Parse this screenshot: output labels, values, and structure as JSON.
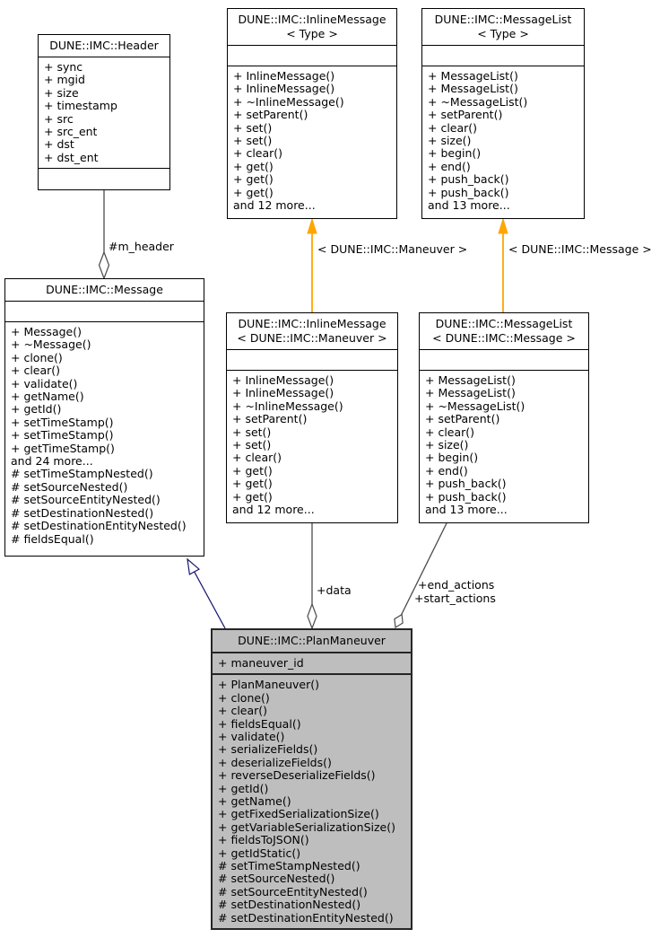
{
  "classes": {
    "header": {
      "title_lines": [
        "DUNE::IMC::Header"
      ],
      "attributes": [
        "+ sync",
        "+ mgid",
        "+ size",
        "+ timestamp",
        "+ src",
        "+ src_ent",
        "+ dst",
        "+ dst_ent"
      ],
      "methods": []
    },
    "inline_message_template": {
      "title_lines": [
        "DUNE::IMC::InlineMessage",
        "< Type >"
      ],
      "attributes": [],
      "methods": [
        "+ InlineMessage()",
        "+ InlineMessage()",
        "+ ~InlineMessage()",
        "+ setParent()",
        "+ set()",
        "+ set()",
        "+ clear()",
        "+ get()",
        "+ get()",
        "+ get()",
        "and 12 more..."
      ]
    },
    "message_list_template": {
      "title_lines": [
        "DUNE::IMC::MessageList",
        "< Type >"
      ],
      "attributes": [],
      "methods": [
        "+ MessageList()",
        "+ MessageList()",
        "+ ~MessageList()",
        "+ setParent()",
        "+ clear()",
        "+ size()",
        "+ begin()",
        "+ end()",
        "+ push_back()",
        "+ push_back()",
        "and 13 more..."
      ]
    },
    "message": {
      "title_lines": [
        "DUNE::IMC::Message"
      ],
      "attributes": [],
      "methods": [
        "+ Message()",
        "+ ~Message()",
        "+ clone()",
        "+ clear()",
        "+ validate()",
        "+ getName()",
        "+ getId()",
        "+ setTimeStamp()",
        "+ setTimeStamp()",
        "+ getTimeStamp()",
        "and 24 more...",
        "# setTimeStampNested()",
        "# setSourceNested()",
        "# setSourceEntityNested()",
        "# setDestinationNested()",
        "# setDestinationEntityNested()",
        "# fieldsEqual()"
      ]
    },
    "inline_message_maneuver": {
      "title_lines": [
        "DUNE::IMC::InlineMessage",
        "< DUNE::IMC::Maneuver >"
      ],
      "attributes": [],
      "methods": [
        "+ InlineMessage()",
        "+ InlineMessage()",
        "+ ~InlineMessage()",
        "+ setParent()",
        "+ set()",
        "+ set()",
        "+ clear()",
        "+ get()",
        "+ get()",
        "+ get()",
        "and 12 more..."
      ]
    },
    "message_list_message": {
      "title_lines": [
        "DUNE::IMC::MessageList",
        "< DUNE::IMC::Message >"
      ],
      "attributes": [],
      "methods": [
        "+ MessageList()",
        "+ MessageList()",
        "+ ~MessageList()",
        "+ setParent()",
        "+ clear()",
        "+ size()",
        "+ begin()",
        "+ end()",
        "+ push_back()",
        "+ push_back()",
        "and 13 more..."
      ]
    },
    "plan_maneuver": {
      "title_lines": [
        "DUNE::IMC::PlanManeuver"
      ],
      "attributes": [
        "+ maneuver_id"
      ],
      "methods": [
        "+ PlanManeuver()",
        "+ clone()",
        "+ clear()",
        "+ fieldsEqual()",
        "+ validate()",
        "+ serializeFields()",
        "+ deserializeFields()",
        "+ reverseDeserializeFields()",
        "+ getId()",
        "+ getName()",
        "+ getFixedSerializationSize()",
        "+ getVariableSerializationSize()",
        "+ fieldsToJSON()",
        "+ getIdStatic()",
        "# setTimeStampNested()",
        "# setSourceNested()",
        "# setSourceEntityNested()",
        "# setDestinationNested()",
        "# setDestinationEntityNested()"
      ]
    }
  },
  "edge_labels": {
    "m_header": "#m_header",
    "maneuver_template": "< DUNE::IMC::Maneuver >",
    "message_template": "< DUNE::IMC::Message >",
    "data": "+data",
    "end_actions": "+end_actions",
    "start_actions": "+start_actions"
  },
  "colors": {
    "template_edge": "#FFA500",
    "inheritance_edge": "#191970",
    "association_edge": "#4A4A4A",
    "node_fill": "#FFFFFF",
    "highlight_fill": "#BEBEBE",
    "border": "#000000"
  }
}
